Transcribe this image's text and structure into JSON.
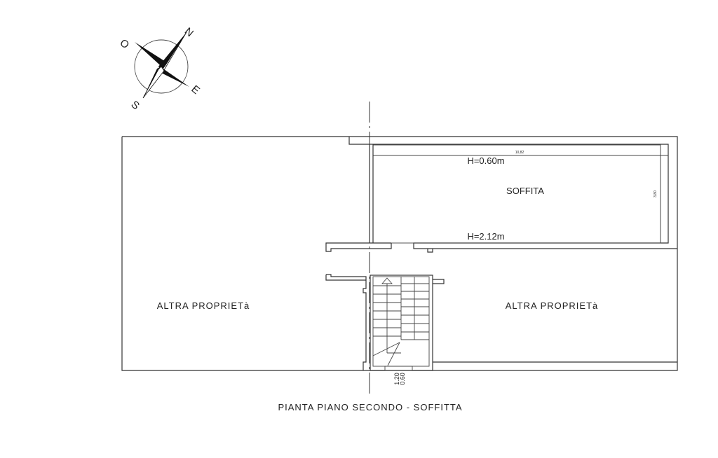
{
  "compass": {
    "north": "N",
    "west": "O",
    "east": "E",
    "south": "S"
  },
  "rooms": {
    "left_label": "ALTRA PROPRIETà",
    "right_label": "ALTRA PROPRIETà",
    "attic_label": "SOFFITA",
    "attic_height_low": "H=0.60m",
    "attic_height_high": "H=2.12m"
  },
  "dimensions": {
    "attic_width": "10,82",
    "attic_depth": "3,80",
    "stair_dim_1": "1.20",
    "stair_dim_2": "0.60"
  },
  "title": "PIANTA PIANO SECONDO - SOFFITTA"
}
